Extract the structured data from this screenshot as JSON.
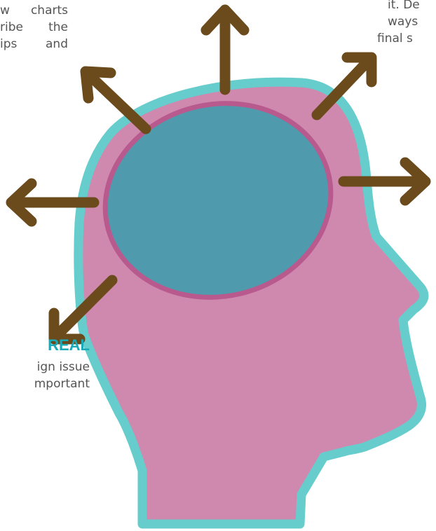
{
  "left_text": {
    "lines": [
      "w charts",
      "ribe the",
      "ips and"
    ]
  },
  "right_text": {
    "lines": [
      "it. De",
      "ways",
      "final s"
    ]
  },
  "real_section": {
    "heading": "REAL",
    "lines": [
      "ign issue",
      "mportant"
    ]
  },
  "colors": {
    "head_outline": "#66cccc",
    "head_fill": "#d089ae",
    "brain_outline": "#b85a8e",
    "brain_fill": "#509aad",
    "arrows": "#6b4a1c",
    "heading": "#1aa9b6",
    "body_text": "#555555"
  },
  "icons": [
    "head-silhouette",
    "brain-ellipse",
    "arrow-up",
    "arrow-up-right",
    "arrow-right",
    "arrow-up-left",
    "arrow-left",
    "arrow-down-left"
  ]
}
